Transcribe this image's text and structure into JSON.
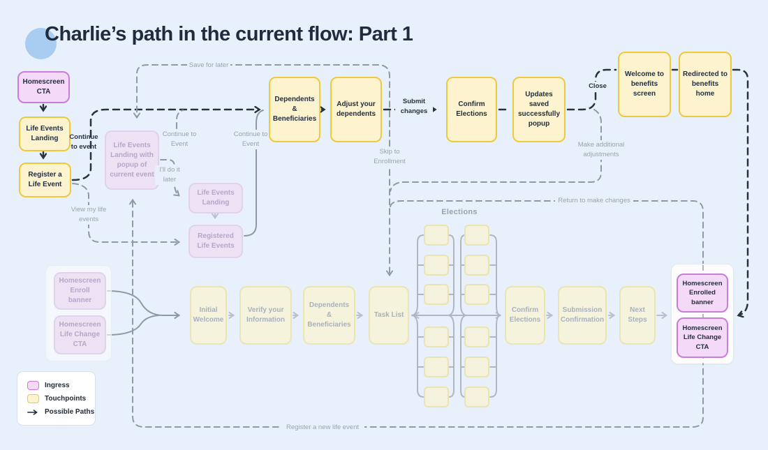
{
  "title": "Charlie’s path in the current flow: Part 1",
  "legend": {
    "ingress": "Ingress",
    "touchpoints": "Touchpoints",
    "possible_paths": "Possible Paths"
  },
  "nodes": {
    "homescreen_cta": "Homescreen CTA",
    "life_events_landing": "Life Events Landing",
    "register_life_event": "Register a Life Event",
    "dependents_beneficiaries": "Dependents & Beneficiaries",
    "adjust_dependents": "Adjust your dependents",
    "confirm_elections": "Confirm Elections",
    "updates_saved_popup": "Updates saved successfully popup",
    "welcome_benefits": "Welcome to benefits screen",
    "redirected_benefits": "Redirected to benefits home",
    "life_events_landing_popup": "Life Events Landing with popup of current event",
    "life_events_landing_faded": "Life Events Landing",
    "registered_life_events": "Registered Life Events",
    "homescreen_enroll_banner": "Homescreen Enroll banner",
    "homescreen_life_change_cta": "Homescreen Life Change CTA",
    "initial_welcome": "Initial Welcome",
    "verify_information": "Verify your Information",
    "dependents_beneficiaries_faded": "Dependents & Beneficiaries",
    "task_list": "Task List",
    "confirm_elections_faded": "Confirm Elections",
    "submission_confirmation": "Submission Confirmation",
    "next_steps": "Next Steps",
    "homescreen_enrolled_banner": "Homescreen Enrolled banner",
    "homescreen_life_change_cta_2": "Homescreen Life Change CTA"
  },
  "labels": {
    "save_for_later": "Save for later",
    "continue_to_event_dark": "Continue to event",
    "continue_to_event_1": "Continue to Event",
    "continue_to_event_2": "Continue to Event",
    "submit_changes": "Submit changes",
    "close": "Close",
    "make_additional_adjustments": "Make additional adjustments",
    "skip_to_enrollment": "Skip to Enrollment",
    "ill_do_it_later": "I'll do it later",
    "view_my_life_events": "View my life events",
    "return_to_make_changes": "Return to make changes",
    "register_new_life_event": "Register a new life event",
    "elections_group": "Elections"
  },
  "colors": {
    "background": "#e8f1fb",
    "ingress_fill": "#f4d9f9",
    "ingress_border": "#c77dd9",
    "touchpoint_fill": "#fdf3cf",
    "touchpoint_border": "#eec93e",
    "path_dark": "#26323f",
    "path_gray": "#8e99a8",
    "title_text": "#1f2c3e"
  }
}
